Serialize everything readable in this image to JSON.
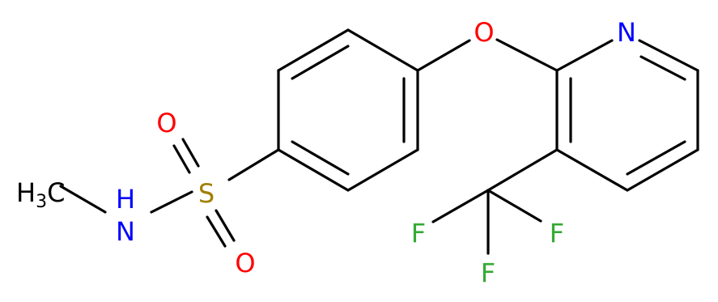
{
  "molecule": {
    "atoms": {
      "methyl": {
        "label": "H",
        "subscript": "3",
        "label2": "C",
        "color": "#000000"
      },
      "amide_n": {
        "label": "N",
        "label2": "H",
        "color": "#0000ff"
      },
      "sulfur": {
        "label": "S",
        "color": "#a08000"
      },
      "oxygen_top": {
        "label": "O",
        "color": "#ff0000"
      },
      "oxygen_bottom": {
        "label": "O",
        "color": "#ff0000"
      },
      "ether_o": {
        "label": "O",
        "color": "#ff0000"
      },
      "pyridine_n": {
        "label": "N",
        "color": "#0000ff"
      },
      "fluorine_left": {
        "label": "F",
        "color": "#33aa33"
      },
      "fluorine_right": {
        "label": "F",
        "color": "#33aa33"
      },
      "fluorine_bottom": {
        "label": "F",
        "color": "#33aa33"
      }
    },
    "bond_color": "#000000"
  }
}
